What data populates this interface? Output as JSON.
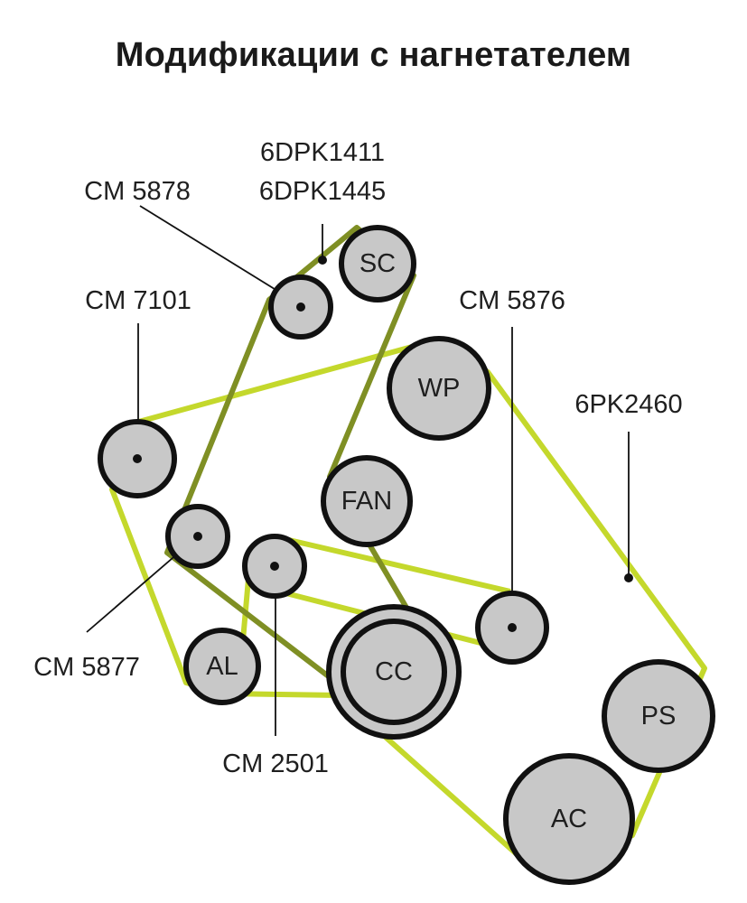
{
  "title": "Модификации с нагнетателем",
  "colors": {
    "belt_light": "#c4d82c",
    "belt_dark": "#7f8f24",
    "pulley_fill": "#c8c8c8",
    "pulley_stroke": "#111111"
  },
  "pulleys": {
    "sc": "SC",
    "wp": "WP",
    "fan": "FAN",
    "al": "AL",
    "cc": "CC",
    "ps": "PS",
    "ac": "AC"
  },
  "labels": {
    "belt_6dpk1411": "6DPK1411",
    "belt_6dpk1445": "6DPK1445",
    "cm5878": "CM 5878",
    "cm7101": "CM 7101",
    "cm5876": "CM 5876",
    "belt_6pk2460": "6PK2460",
    "cm5877": "CM 5877",
    "cm2501": "CM 2501"
  }
}
